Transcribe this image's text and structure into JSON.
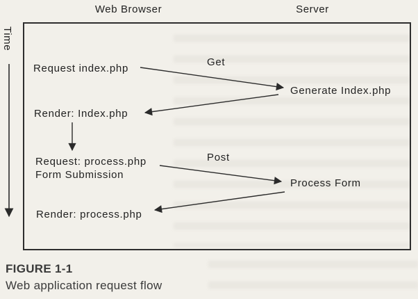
{
  "page": {
    "background_color": "#f2f0ea",
    "line_color": "#2b2b2b"
  },
  "labels": {
    "browser_column": "Web Browser",
    "server_column": "Server",
    "time_axis": "Time"
  },
  "nodes": {
    "request_index": "Request index.php",
    "generate_index": "Generate Index.php",
    "render_index": "Render: Index.php",
    "request_process_line1": "Request: process.php",
    "request_process_line2": "Form Submission",
    "process_form": "Process Form",
    "render_process": "Render: process.php"
  },
  "edges": {
    "get_label": "Get",
    "post_label": "Post"
  },
  "caption": {
    "figure_label": "FIGURE 1-1",
    "figure_title": "Web application request flow"
  }
}
